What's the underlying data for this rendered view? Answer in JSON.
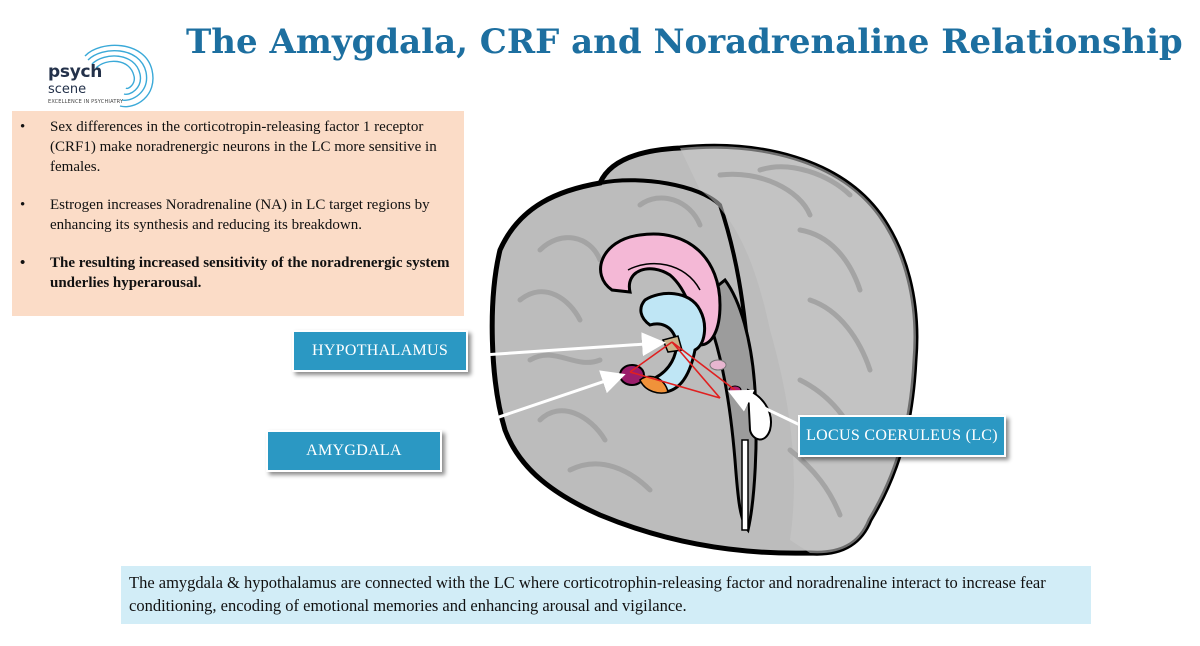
{
  "logo": {
    "word1": "psych",
    "word2": "scene",
    "tagline": "EXCELLENCE IN PSYCHIATRY"
  },
  "title": "The Amygdala, CRF and Noradrenaline Relationship",
  "bullets": [
    "Sex differences in the corticotropin-releasing factor 1 receptor (CRF1) make noradrenergic neurons in the LC more sensitive in females.",
    "Estrogen increases Noradrenaline (NA) in LC target regions by enhancing its synthesis and reducing its breakdown.",
    "The resulting increased sensitivity of the noradrenergic system underlies hyperarousal."
  ],
  "labels": {
    "hypothalamus": "HYPOTHALAMUS",
    "amygdala": "AMYGDALA",
    "locus_coeruleus": "LOCUS COERULEUS (LC)"
  },
  "caption": "The amygdala & hypothalamus are connected with the LC where corticotrophin-releasing factor and noradrenaline interact to increase fear conditioning, encoding of emotional memories and enhancing arousal and vigilance.",
  "colors": {
    "title": "#1d6fa0",
    "bullet_box": "#fbdcc7",
    "callout": "#2b98c3",
    "caption_box": "#d2edf7",
    "brain": "#bfbfbf",
    "pathway": "#e02020"
  }
}
